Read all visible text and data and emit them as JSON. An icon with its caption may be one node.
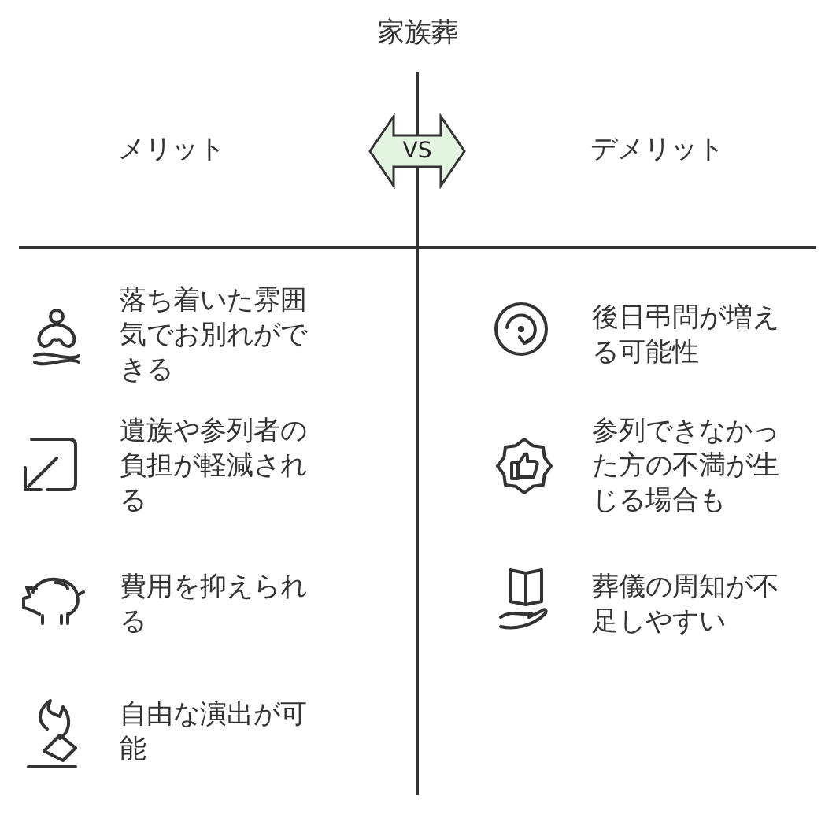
{
  "diagram": {
    "title": "家族葬",
    "nodes": [
      {
        "text": [
          "VS"
        ]
      }
    ],
    "edges": [],
    "labels": [
      "メリット",
      "デメリット",
      "落ち着いた雰囲気でお別れができる",
      "後日弔問が増える可能性",
      "遺族や参列者の負担が軽減される",
      "参列できなかった方の不満が生じる場合も",
      "費用を抑えられる",
      "葬儀の周知が不足しやすい",
      "自由な演出が可能"
    ]
  }
}
